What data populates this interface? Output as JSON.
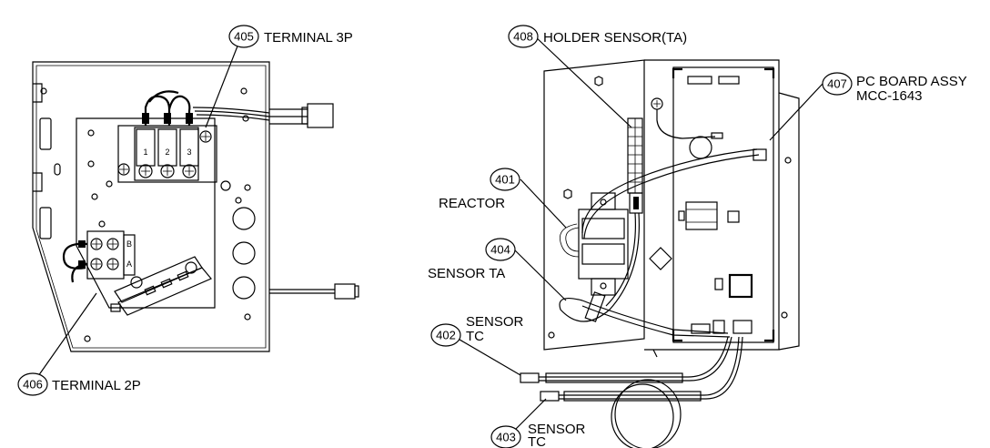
{
  "callouts": {
    "c405": {
      "number": "405",
      "label": "TERMINAL 3P"
    },
    "c406": {
      "number": "406",
      "label": "TERMINAL 2P"
    },
    "c408": {
      "number": "408",
      "label": "HOLDER SENSOR(TA)"
    },
    "c407": {
      "number": "407",
      "label_line1": "PC BOARD ASSY",
      "label_line2": "MCC-1643"
    },
    "c401": {
      "number": "401",
      "label": "REACTOR"
    },
    "c404": {
      "number": "404",
      "label": "SENSOR TA"
    },
    "c402": {
      "number": "402",
      "label_line1": "SENSOR",
      "label_line2": "TC"
    },
    "c403": {
      "number": "403",
      "label_line1": "SENSOR",
      "label_line2": "TC"
    }
  },
  "terminal_3p_positions": [
    "1",
    "2",
    "3"
  ],
  "terminal_2p_positions": [
    "A",
    "B"
  ]
}
